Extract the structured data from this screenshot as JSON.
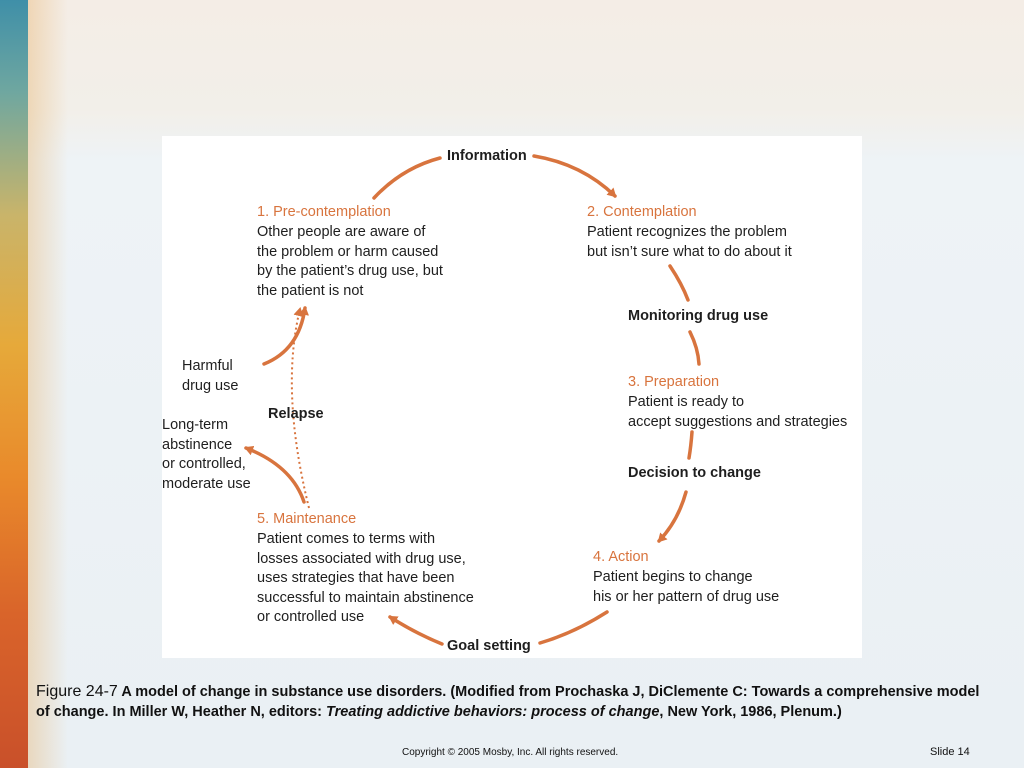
{
  "diagram": {
    "edge_labels": {
      "information": "Information",
      "monitoring": "Monitoring drug use",
      "decision": "Decision to change",
      "goal_setting": "Goal setting",
      "relapse": "Relapse"
    },
    "stages": [
      {
        "title": "1. Pre-contemplation",
        "body": "Other people are aware of\nthe problem or harm caused\nby the patient’s drug use, but\nthe patient is not"
      },
      {
        "title": "2. Contemplation",
        "body": "Patient recognizes the problem\nbut isn’t sure what to do about it"
      },
      {
        "title": "3. Preparation",
        "body": "Patient is ready to\naccept suggestions and strategies"
      },
      {
        "title": "4. Action",
        "body": "Patient begins to change\nhis or her pattern of drug use"
      },
      {
        "title": "5. Maintenance",
        "body": "Patient comes to terms with\nlosses associated with drug use,\nuses strategies that have been\nsuccessful to maintain abstinence\nor controlled use"
      }
    ],
    "side_labels": {
      "harmful": "Harmful\ndrug use",
      "long_term": "Long-term\nabstinence\nor controlled,\nmoderate use"
    },
    "colors": {
      "arrow": "#d8743e",
      "stage_title": "#d8743e"
    }
  },
  "caption": {
    "figure_label": "Figure 24-7",
    "text_before_italic": " A model of change in substance use disorders. (Modified from Prochaska J, DiClemente C: Towards a comprehensive model of change. In Miller W, Heather N, editors: ",
    "italic": "Treating addictive behaviors: process of change",
    "text_after_italic": ", New York, 1986, Plenum.)"
  },
  "footer": {
    "copyright": "Copyright © 2005 Mosby, Inc. All rights reserved.",
    "slide": "Slide 14"
  }
}
